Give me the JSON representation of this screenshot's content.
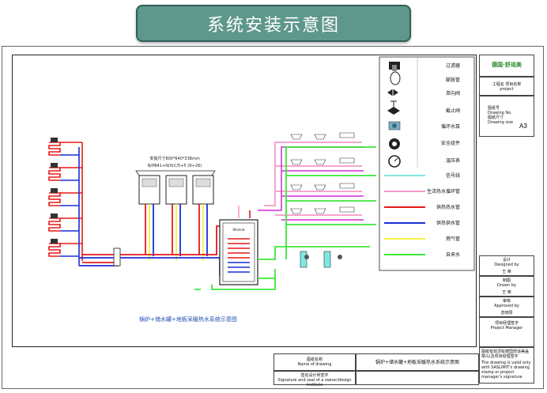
{
  "page_title": "系统安装示意图",
  "legend": {
    "items": [
      {
        "label": "过滤器",
        "icon": "filter-icon"
      },
      {
        "label": "膨胀管",
        "icon": "expansion-tank-icon"
      },
      {
        "label": "单向阀",
        "icon": "check-valve-icon"
      },
      {
        "label": "截止阀",
        "icon": "stop-valve-icon"
      },
      {
        "label": "循环水泵",
        "icon": "circulation-pump-icon"
      },
      {
        "label": "安全组件",
        "icon": "safety-group-icon"
      },
      {
        "label": "温压表",
        "icon": "gauge-icon"
      },
      {
        "label": "信号线",
        "color": "#7fe8e0"
      },
      {
        "label": "生活热水循环管",
        "color": "#f59ac8"
      },
      {
        "label": "供热热水管",
        "color": "#e81818"
      },
      {
        "label": "供热供水管",
        "color": "#1a2fd8"
      },
      {
        "label": "燃气管",
        "color": "#f2f24a"
      },
      {
        "label": "自来水",
        "color": "#3ce83c"
      }
    ]
  },
  "diagram": {
    "boiler_note_line1": "安装尺寸800*640*338mm",
    "boiler_note_line2": "N/PB41+N/X(C/5+5 (R+26)",
    "tank_label": "Wolmat",
    "caption": "锅炉+储水罐+地板采暖热水系统示意图"
  },
  "title_block": {
    "logo_text": "德国·舒适美",
    "project_label": "工程名 项目名称",
    "project_label_en": "project",
    "drawing_no_label": "图纸号",
    "drawing_no_en": "Drawing No.",
    "size_label": "图纸尺寸",
    "size_label_en": "Drawing size",
    "size_value": "A3",
    "designed_label": "设计",
    "designed_en": "Designed by",
    "designed_name": "王 荣",
    "drawn_label": "制图",
    "drawn_en": "Drawn by",
    "drawn_name": "王 荣",
    "approved_label": "审核",
    "approved_en": "Approved by",
    "approved_name": "曾晓阳",
    "manager_label": "项目经理签字",
    "manager_en": "Project Manager",
    "validity_cn": "图纸有效须有德国舒适美盖章/以及项目经理签字",
    "validity_en": "The drawing is valid only with SASLIMIT's drawing stamp or project manager's signature",
    "drawing_name_label": "图纸名称",
    "drawing_name_en": "Name of drawing",
    "drawing_name_value": "锅炉+储水罐+地板采暖热水系统示意图",
    "designer_sig_label": "签名设计师签字",
    "designer_sig_en": "Signature and seal of a owner/design institute"
  }
}
